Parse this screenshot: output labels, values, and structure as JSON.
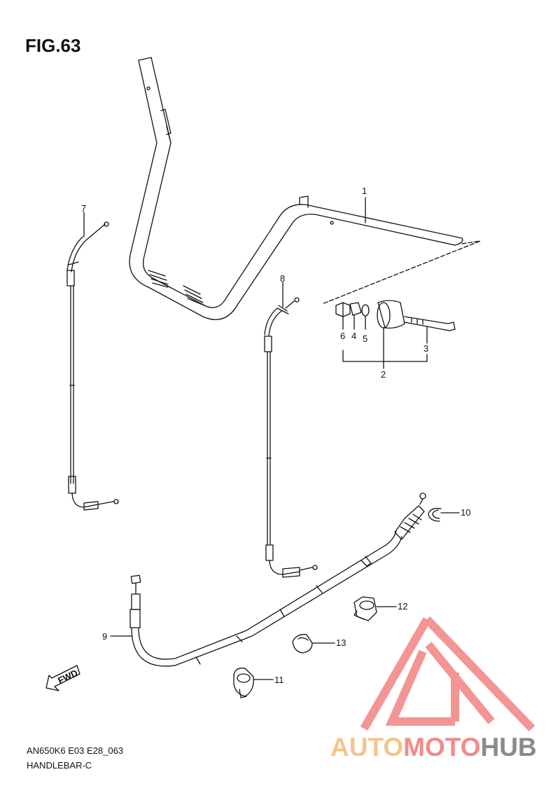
{
  "figure": {
    "title": "FIG.63",
    "code": "AN650K6 E03 E28_063",
    "name": "HANDLEBAR-C"
  },
  "callouts": {
    "c1": "1",
    "c2": "2",
    "c3": "3",
    "c4": "4",
    "c5": "5",
    "c6": "6",
    "c7": "7",
    "c8": "8",
    "c9": "9",
    "c10": "10",
    "c11": "11",
    "c12": "12",
    "c13": "13"
  },
  "arrow_label": "FWD",
  "watermark": {
    "part1": "AUTO",
    "part2": "MOTO",
    "part3": "HUB",
    "color_orange": "#f5c48a",
    "color_red": "#f28a8a",
    "color_gray": "#8a8a8a"
  },
  "colors": {
    "line": "#111111",
    "background": "#ffffff"
  }
}
